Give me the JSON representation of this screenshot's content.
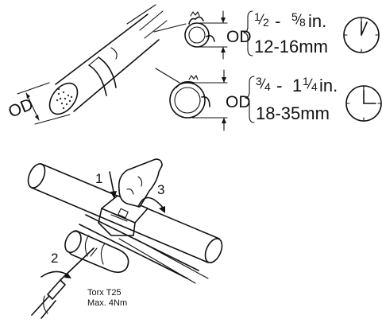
{
  "labels": {
    "od_cable": "OD",
    "od_small": "OD",
    "od_large": "OD"
  },
  "small_range": {
    "inch_a_num": "1",
    "inch_a_den": "2",
    "inch_sep": " - ",
    "inch_b_num": "5",
    "inch_b_den": "8",
    "inch_unit": "in.",
    "metric": "12-16mm"
  },
  "large_range": {
    "inch_a_num": "3",
    "inch_a_den": "4",
    "inch_sep": " - ",
    "inch_b_whole": "1",
    "inch_b_num": "1",
    "inch_b_den": "4",
    "inch_unit": "in.",
    "metric": "18-35mm"
  },
  "steps": {
    "one": "1",
    "two": "2",
    "three": "3"
  },
  "tool": {
    "driver": "Torx T25",
    "torque": "Max. 4Nm"
  }
}
